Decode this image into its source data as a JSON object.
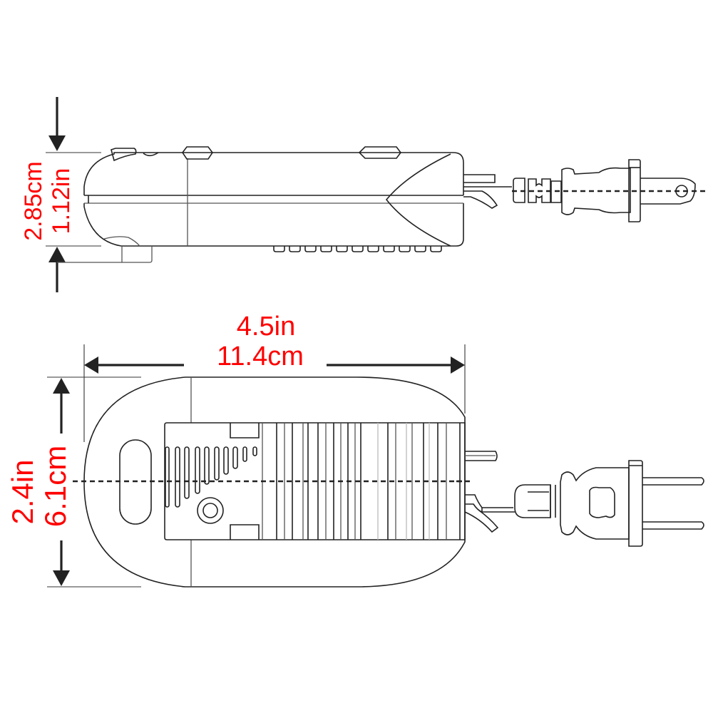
{
  "diagram": {
    "subject": "inline cord switch with polarized two-prong plug",
    "colors": {
      "dimension_text": "#ff0000",
      "line": "#222222",
      "background": "#ffffff"
    },
    "side_view": {
      "height_dimension": {
        "metric": "2.85cm",
        "imperial": "1.12in"
      }
    },
    "top_view": {
      "length_dimension": {
        "imperial": "4.5in",
        "metric": "11.4cm"
      },
      "width_dimension": {
        "imperial": "2.4in",
        "metric": "6.1cm"
      }
    }
  }
}
